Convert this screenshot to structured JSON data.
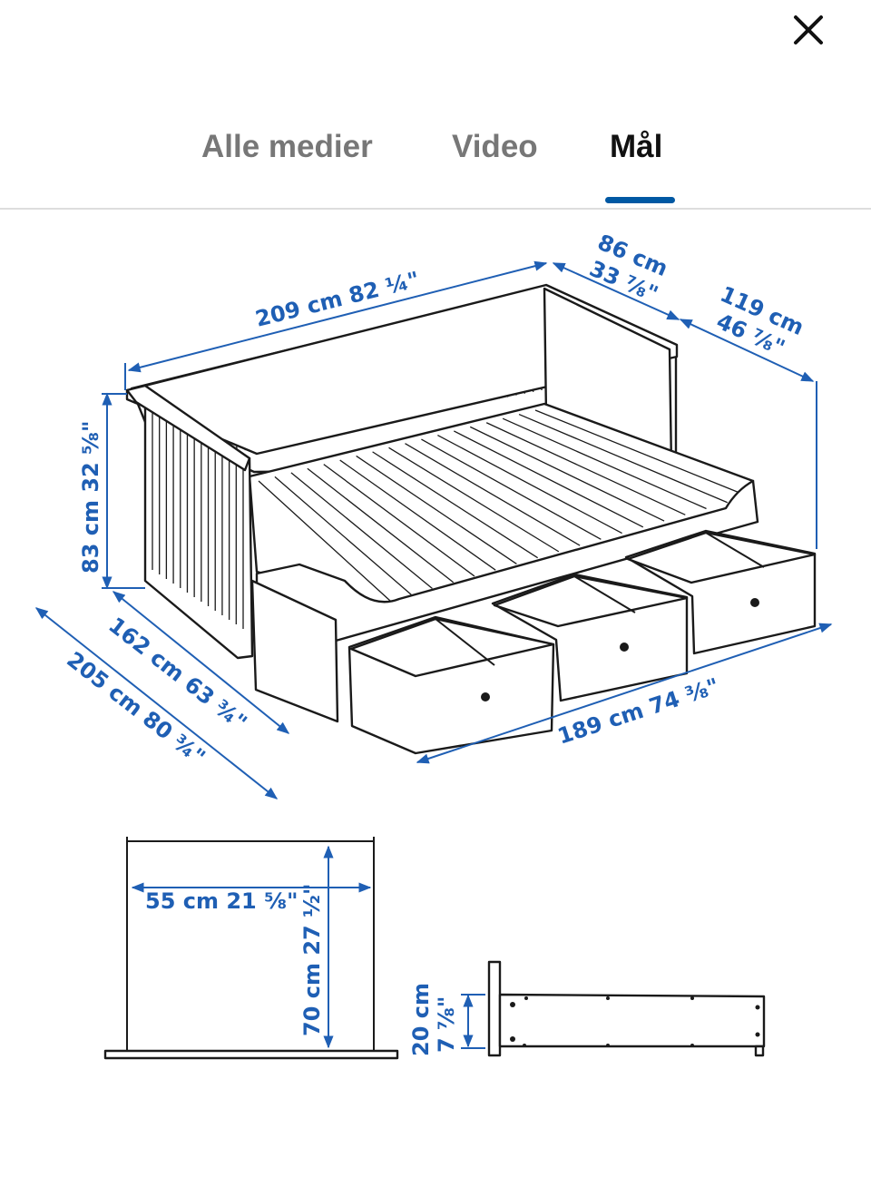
{
  "header": {
    "close_icon": "close-icon"
  },
  "tabs": [
    {
      "label": "Alle medier",
      "active": false
    },
    {
      "label": "Video",
      "active": false
    },
    {
      "label": "Mål",
      "active": true
    }
  ],
  "colors": {
    "accent": "#0058a3",
    "dimension_blue": "#1f5fb4",
    "active_tab": "#111111",
    "inactive_tab": "#777777"
  },
  "diagram": {
    "dimensions": {
      "length": "209 cm 82 ¼\"",
      "depth_cm": "86 cm",
      "depth_in": "33 ⅞\"",
      "extended_cm": "119 cm",
      "extended_in": "46 ⅞\"",
      "height": "83 cm 32 ⅝\"",
      "inner_length": "162 cm 63 ¾\"",
      "outer_length": "205 cm 80 ¾\"",
      "drawer_span": "189 cm 74 ⅜\""
    },
    "detail": {
      "width": "55 cm 21 ⅝\"",
      "height": "70 cm 27 ½\"",
      "drawer_height_cm": "20 cm",
      "drawer_height_in": "7 ⅞\""
    }
  }
}
